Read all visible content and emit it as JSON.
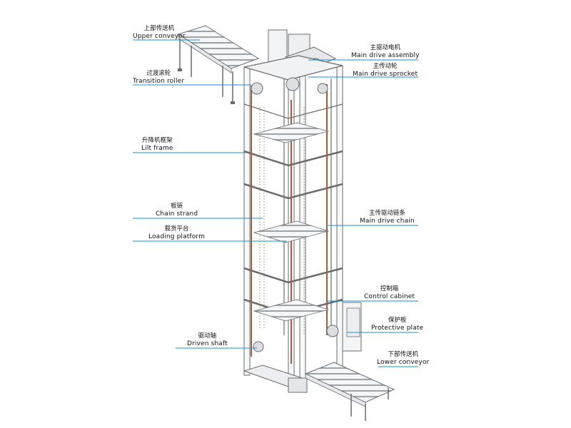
{
  "colors": {
    "frame": "#6b6b6b",
    "leader": "#1a8fd6",
    "chain": "#a85a3a",
    "roller": "#d9dde2",
    "background": "#ffffff"
  },
  "labels": {
    "upper_conveyor": {
      "zh": "上部传送机",
      "en": "Upper conveyor"
    },
    "transition_roller": {
      "zh": "过渡滚轮",
      "en": "Transition roller"
    },
    "lift_frame": {
      "zh": "升降机框架",
      "en": "Lilt frame"
    },
    "chain_strand": {
      "zh": "板链",
      "en": "Chain strand"
    },
    "loading_platform": {
      "zh": "载货平台",
      "en": "Loading platform"
    },
    "driven_shaft": {
      "zh": "驱动轴",
      "en": "Driven shaft"
    },
    "main_drive_assembly": {
      "zh": "主驱动电机",
      "en": "Main drive assembly"
    },
    "main_drive_sprocket": {
      "zh": "主传动轮",
      "en": "Main drive sprocket"
    },
    "main_drive_chain": {
      "zh": "主传驱动链条",
      "en": "Main drive chain"
    },
    "control_cabinet": {
      "zh": "控制箱",
      "en": "Control cabinet"
    },
    "protective_plate": {
      "zh": "保护板",
      "en": "Protective plate"
    },
    "lower_conveyor": {
      "zh": "下部传送机",
      "en": "Lower conveyor"
    }
  }
}
